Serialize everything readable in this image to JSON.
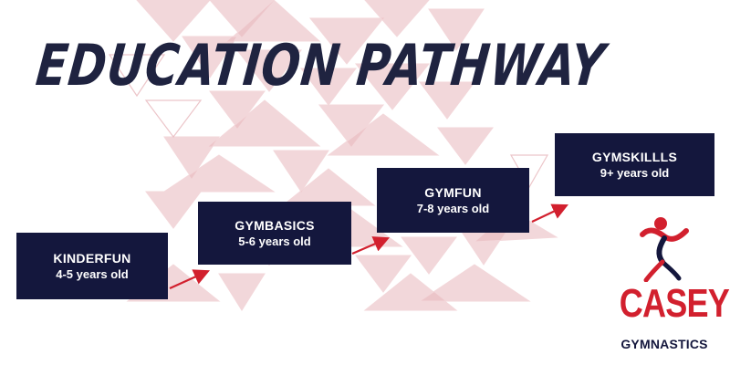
{
  "title": "EDUCATION PATHWAY",
  "steps": [
    {
      "name": "KINDERFUN",
      "age": "4-5 years old"
    },
    {
      "name": "GYMBASICS",
      "age": "5-6 years old"
    },
    {
      "name": "GYMFUN",
      "age": "7-8 years old"
    },
    {
      "name": "GYMSKILLLS",
      "age": "9+ years old"
    }
  ],
  "logo": {
    "brand": "CASEY",
    "subtitle": "GYMNASTICS"
  },
  "colors": {
    "navy": "#14173d",
    "red": "#d2202e",
    "triangle_pink": "#e7b7bc",
    "title_ink": "#1f2340"
  },
  "icons": {
    "arrow": "red-diagonal-arrow-icon",
    "logo": "gymnast-figure-icon"
  }
}
